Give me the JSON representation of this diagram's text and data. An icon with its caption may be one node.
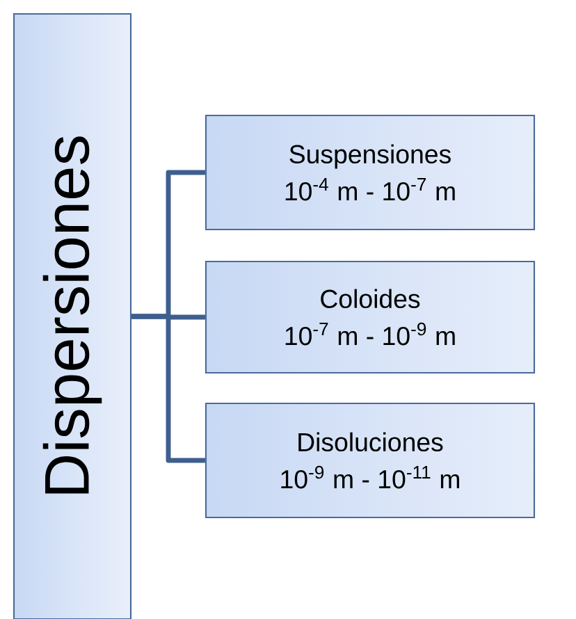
{
  "diagram": {
    "nodes": [
      {
        "text": [
          "Dispersiones"
        ]
      },
      {
        "text": [
          "Suspensiones",
          "10$^{-4}$ m - 10$^{-7}$ m"
        ]
      },
      {
        "text": [
          "Coloides",
          "10$^{-7}$ m - 10$^{-9}$ m"
        ]
      },
      {
        "text": [
          "Disoluciones",
          "10$^{-9}$ m - 10$^{-11}$ m"
        ]
      }
    ],
    "edges": [
      {
        "from": 0,
        "to": 1,
        "arrow": "none"
      },
      {
        "from": 0,
        "to": 2,
        "arrow": "none"
      },
      {
        "from": 0,
        "to": 3,
        "arrow": "none"
      }
    ]
  }
}
